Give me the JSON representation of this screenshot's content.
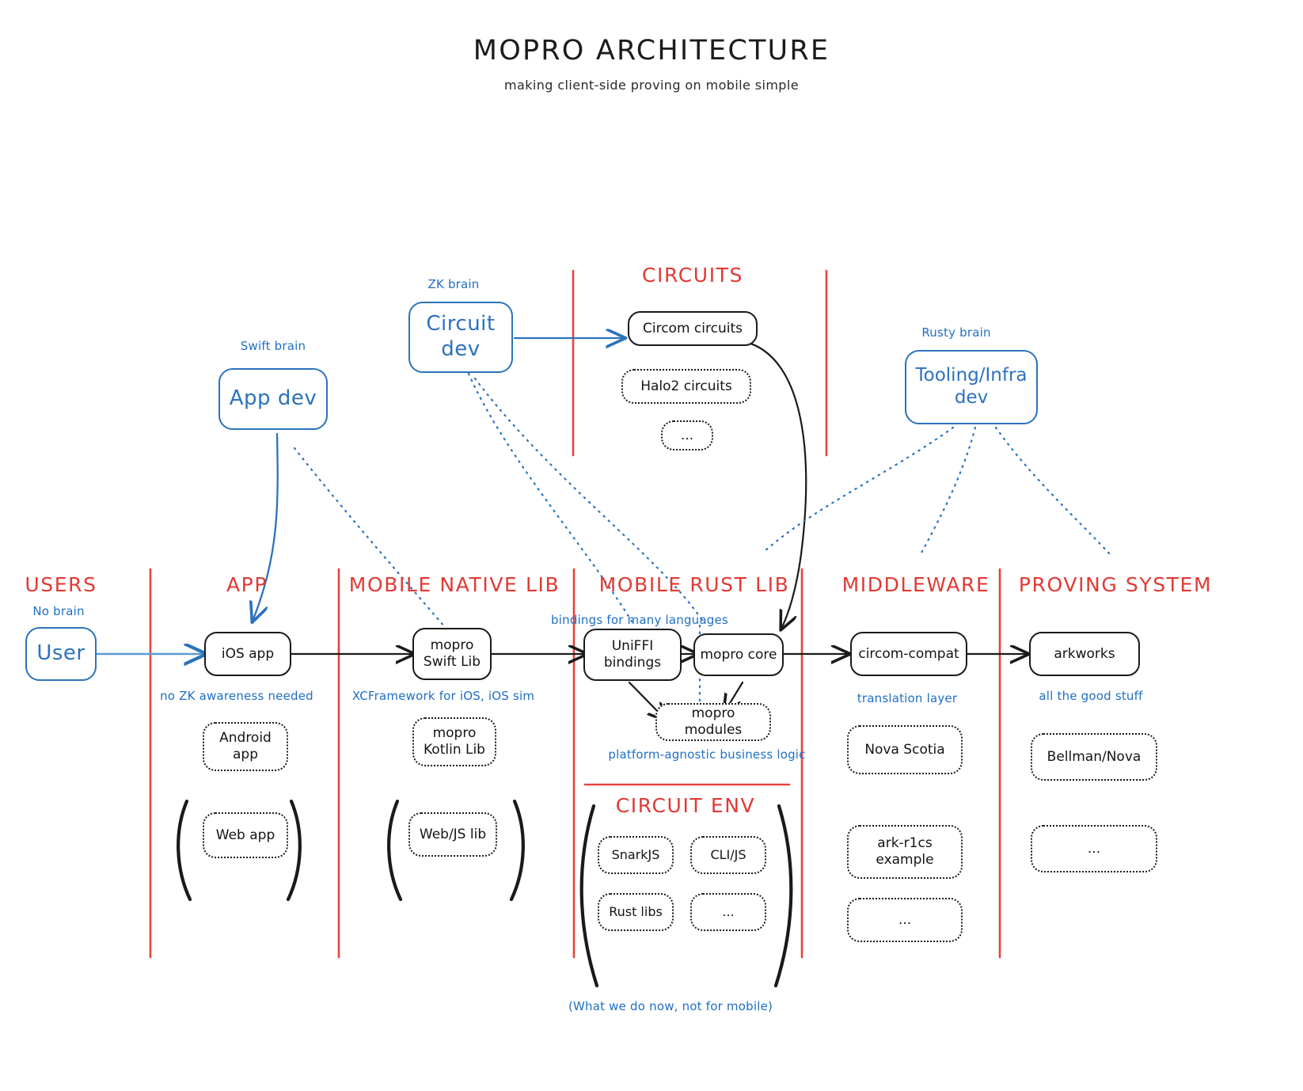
{
  "header": {
    "title": "MOPRO ARCHITECTURE",
    "subtitle": "making client-side proving on mobile simple"
  },
  "personas": [
    {
      "id": "app-dev",
      "caption": "Swift brain",
      "label": "App dev"
    },
    {
      "id": "circuit-dev",
      "caption": "ZK brain",
      "label": "Circuit dev"
    },
    {
      "id": "tooling-dev",
      "caption": "Rusty brain",
      "label": "Tooling/Infra\ndev"
    }
  ],
  "top_section": {
    "header": "CIRCUITS",
    "items": [
      {
        "label": "Circom circuits",
        "style": "solid"
      },
      {
        "label": "Halo2 circuits",
        "style": "dashed"
      },
      {
        "label": "...",
        "style": "dashed"
      }
    ]
  },
  "columns": [
    {
      "id": "users",
      "header": "USERS",
      "note_above": "No brain",
      "primary": {
        "label": "User",
        "style": "blue"
      },
      "note_below": "",
      "extras": []
    },
    {
      "id": "app",
      "header": "APP",
      "note_above": "",
      "primary": {
        "label": "iOS app",
        "style": "solid"
      },
      "note_below": "no ZK awareness needed",
      "extras": [
        {
          "label": "Android\napp",
          "style": "dashed",
          "bracketed": false
        },
        {
          "label": "Web app",
          "style": "dashed",
          "bracketed": true
        }
      ]
    },
    {
      "id": "mobile-native-lib",
      "header": "MOBILE NATIVE LIB",
      "note_above": "",
      "primary": {
        "label": "mopro\nSwift Lib",
        "style": "solid"
      },
      "note_below": "XCFramework for iOS, iOS sim",
      "extras": [
        {
          "label": "mopro\nKotlin Lib",
          "style": "dashed",
          "bracketed": false
        },
        {
          "label": "Web/JS lib",
          "style": "dashed",
          "bracketed": true
        }
      ]
    },
    {
      "id": "mobile-rust-lib",
      "header": "MOBILE RUST LIB",
      "note_above": "bindings for many languages",
      "primary": {
        "label": "UniFFI\nbindings",
        "style": "solid"
      },
      "secondary": {
        "label": "mopro core",
        "style": "solid"
      },
      "modules": {
        "label": "mopro modules",
        "style": "dashed"
      },
      "note_below": "platform-agnostic business logic",
      "extras": []
    },
    {
      "id": "middleware",
      "header": "MIDDLEWARE",
      "note_above": "",
      "primary": {
        "label": "circom-compat",
        "style": "solid"
      },
      "note_below": "translation layer",
      "extras": [
        {
          "label": "Nova Scotia",
          "style": "dashed",
          "bracketed": false
        },
        {
          "label": "ark-r1cs\nexample",
          "style": "dashed",
          "bracketed": false
        },
        {
          "label": "...",
          "style": "dashed",
          "bracketed": false
        }
      ]
    },
    {
      "id": "proving-system",
      "header": "PROVING SYSTEM",
      "note_above": "",
      "primary": {
        "label": "arkworks",
        "style": "solid"
      },
      "note_below": "all the good stuff",
      "extras": [
        {
          "label": "Bellman/Nova",
          "style": "dashed",
          "bracketed": false
        },
        {
          "label": "...",
          "style": "dashed",
          "bracketed": false
        }
      ]
    }
  ],
  "circuit_env": {
    "header": "CIRCUIT ENV",
    "items": [
      {
        "label": "SnarkJS"
      },
      {
        "label": "CLI/JS"
      },
      {
        "label": "Rust libs"
      },
      {
        "label": "..."
      }
    ],
    "caption": "(What we do now, not for mobile)"
  },
  "colors": {
    "red": "#e03a34",
    "blue": "#2c72bd",
    "note_blue": "#1f6fc4",
    "ink": "#1a1a1a"
  }
}
